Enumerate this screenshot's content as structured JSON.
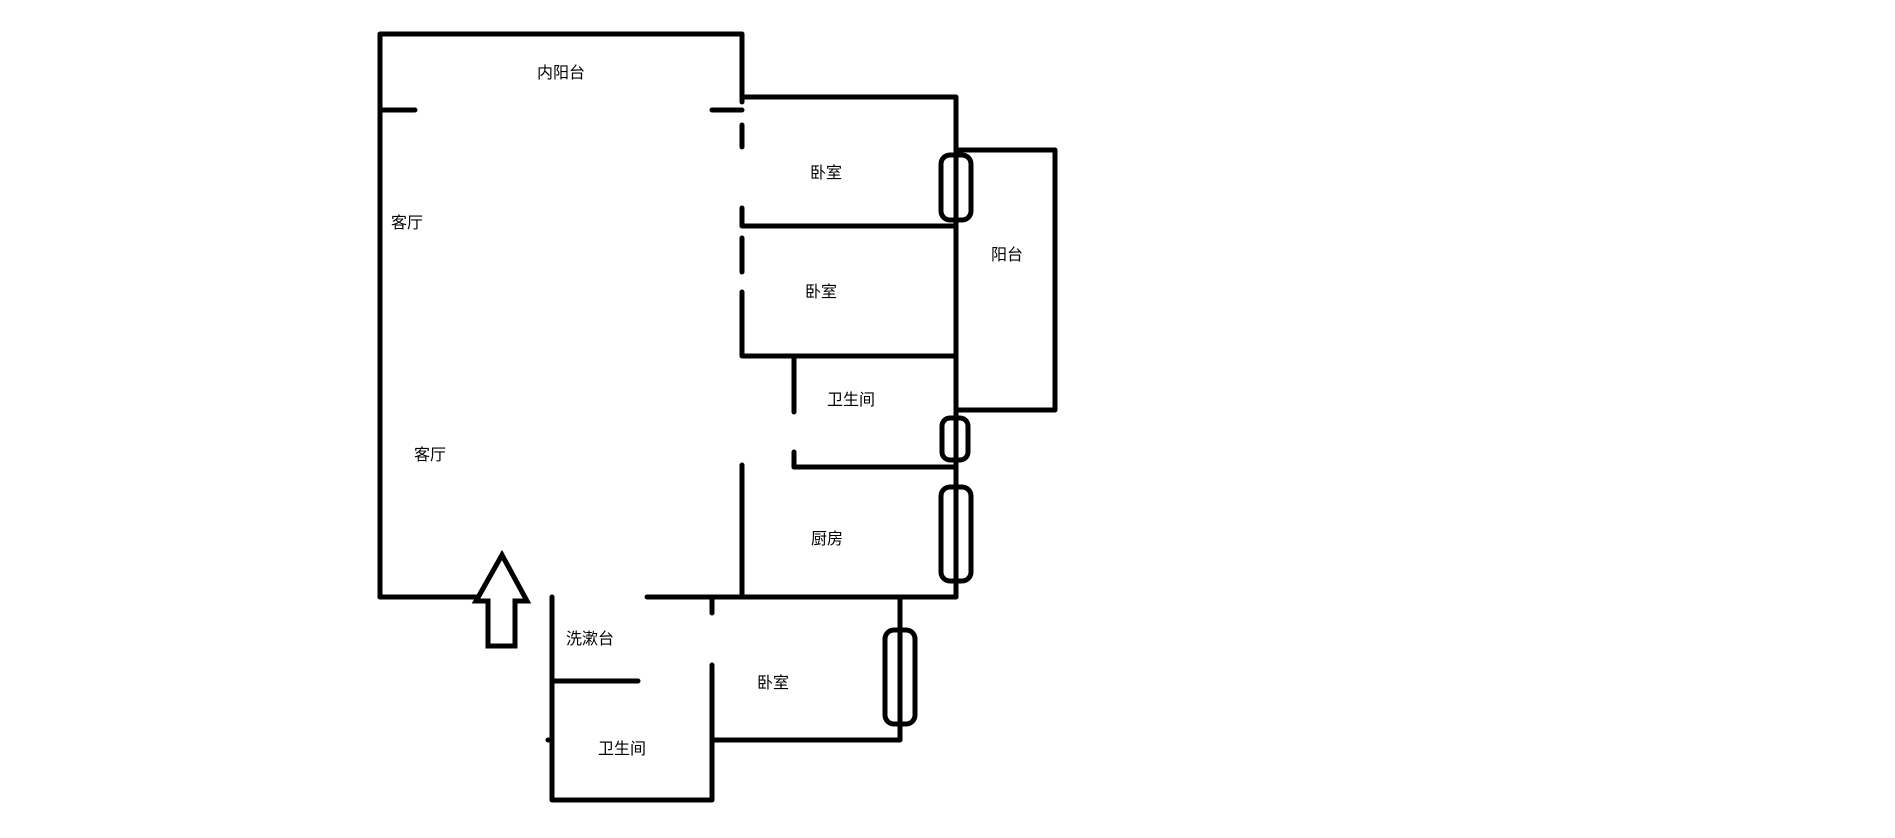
{
  "diagram": {
    "type": "floor-plan",
    "colors": {
      "background": "#ffffff",
      "line": "#000000"
    },
    "rooms": {
      "inner_balcony": "内阳台",
      "living_room_upper": "客厅",
      "living_room_lower": "客厅",
      "bedroom_1": "卧室",
      "bedroom_2": "卧室",
      "bedroom_3": "卧室",
      "balcony": "阳台",
      "bathroom_1": "卫生间",
      "bathroom_2": "卫生间",
      "kitchen": "厨房",
      "washbasin": "洗漱台"
    },
    "entrance_icon": "entrance-arrow-icon"
  }
}
